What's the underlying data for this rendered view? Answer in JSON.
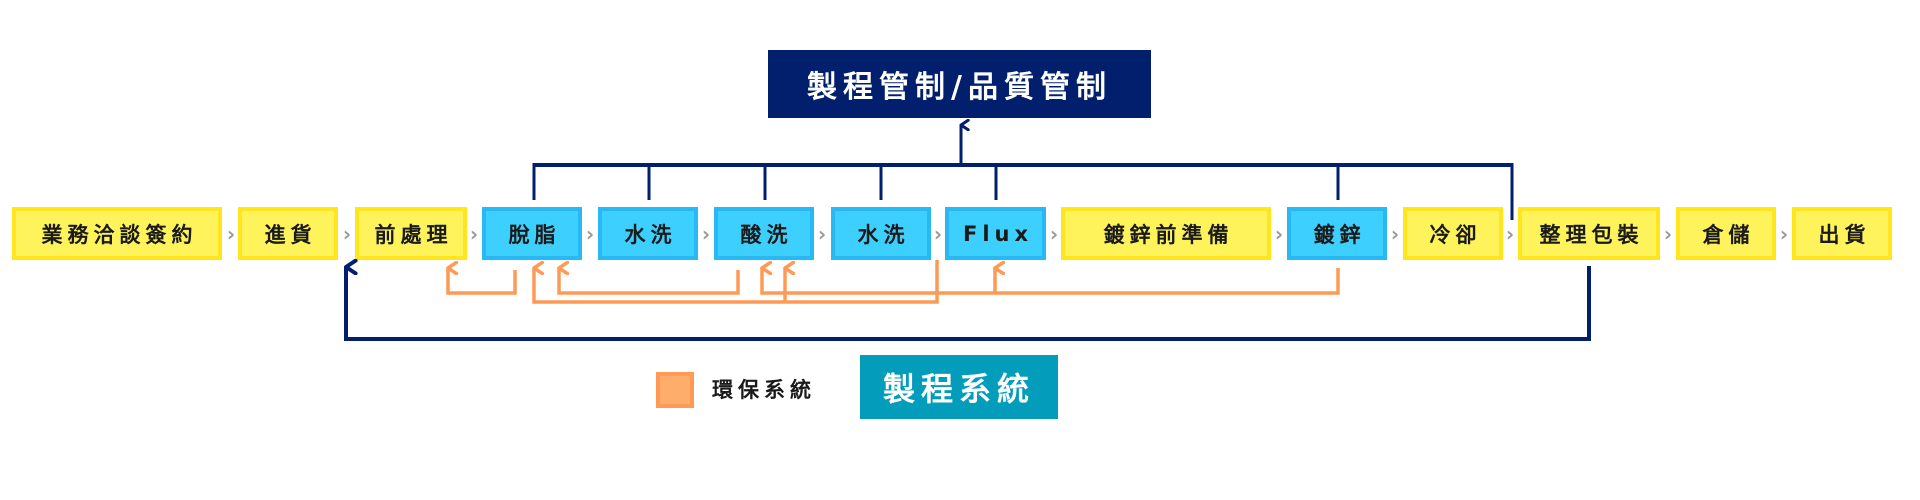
{
  "diagram": {
    "title": "製程管制/品質管制",
    "colors": {
      "process_fill": "#3dd0ff",
      "process_border": "#26b9f3",
      "support_fill": "#fff35c",
      "support_border": "#ffe51c",
      "control_line": "#011f6c",
      "env_line": "#ff9a56",
      "legend_process": "#039cbb",
      "separator": "#9a9a9a"
    },
    "steps": [
      {
        "id": "s1",
        "label": "業務洽談簽約",
        "type": "yellow"
      },
      {
        "id": "s2",
        "label": "進貨",
        "type": "yellow"
      },
      {
        "id": "s3",
        "label": "前處理",
        "type": "yellow"
      },
      {
        "id": "s4",
        "label": "脫脂",
        "type": "blue"
      },
      {
        "id": "s5",
        "label": "水洗",
        "type": "blue"
      },
      {
        "id": "s6",
        "label": "酸洗",
        "type": "blue"
      },
      {
        "id": "s7",
        "label": "水洗",
        "type": "blue"
      },
      {
        "id": "s8",
        "label": "Flux",
        "type": "blue"
      },
      {
        "id": "s9",
        "label": "鍍鋅前準備",
        "type": "yellow"
      },
      {
        "id": "s10",
        "label": "鍍鋅",
        "type": "blue"
      },
      {
        "id": "s11",
        "label": "冷卻",
        "type": "yellow"
      },
      {
        "id": "s12",
        "label": "整理包裝",
        "type": "yellow"
      },
      {
        "id": "s13",
        "label": "倉儲",
        "type": "yellow"
      },
      {
        "id": "s14",
        "label": "出貨",
        "type": "yellow"
      }
    ],
    "separator_glyph": "›",
    "control_links": {
      "target": "製程管制/品質管制",
      "sources": [
        "脫脂",
        "水洗",
        "酸洗",
        "水洗",
        "Flux",
        "鍍鋅",
        "冷卻"
      ]
    },
    "feedback_loop": {
      "from": "整理包裝",
      "to": "前處理"
    },
    "environmental_links": [
      {
        "from": "脫脂",
        "to": "前處理"
      },
      {
        "from": "酸洗",
        "to": "脫脂"
      },
      {
        "from": "水洗",
        "to": "脫脂"
      },
      {
        "from": "水洗",
        "to": "酸洗"
      },
      {
        "from": "鍍鋅",
        "to": "酸洗"
      },
      {
        "from": "鍍鋅",
        "to": "Flux"
      }
    ],
    "legend": {
      "env_label": "環保系統",
      "process_label": "製程系統"
    }
  }
}
